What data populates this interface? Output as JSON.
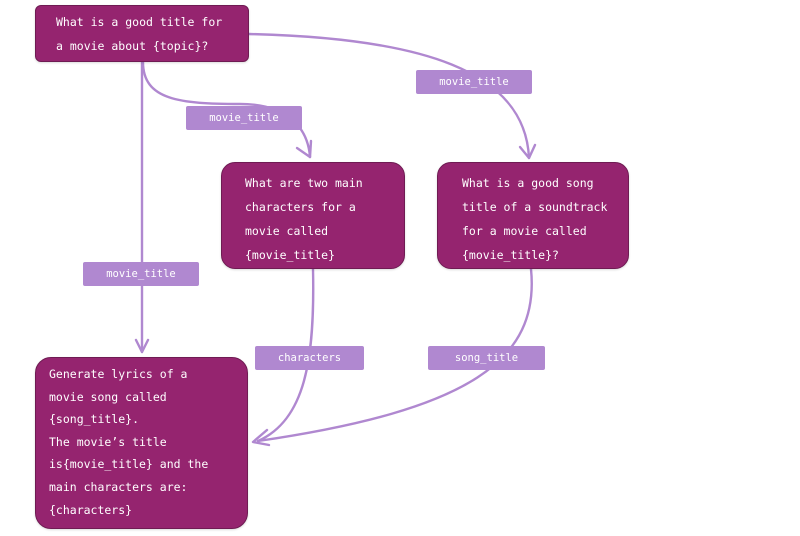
{
  "diagram": {
    "colors": {
      "node_fill": "#95246f",
      "edge": "#b088d0",
      "edge_label_fill": "#b088d0",
      "text": "#ffffff"
    },
    "nodes": {
      "topic_prompt": "What is a good title for\na movie about {topic}?",
      "characters_prompt": "What are two main\ncharacters for a\nmovie called\n{movie_title}",
      "song_prompt": "What is a good song\ntitle of a soundtrack\nfor a movie called\n{movie_title}?",
      "lyrics_prompt": "Generate lyrics of a\nmovie song called\n{song_title}.\nThe movie’s title\nis{movie_title} and the\nmain characters are:\n{characters}"
    },
    "edges": [
      {
        "from": "topic_prompt",
        "to": "song_prompt",
        "label": "movie_title"
      },
      {
        "from": "topic_prompt",
        "to": "characters_prompt",
        "label": "movie_title"
      },
      {
        "from": "topic_prompt",
        "to": "lyrics_prompt",
        "label": "movie_title"
      },
      {
        "from": "characters_prompt",
        "to": "lyrics_prompt",
        "label": "characters"
      },
      {
        "from": "song_prompt",
        "to": "lyrics_prompt",
        "label": "song_title"
      }
    ]
  }
}
